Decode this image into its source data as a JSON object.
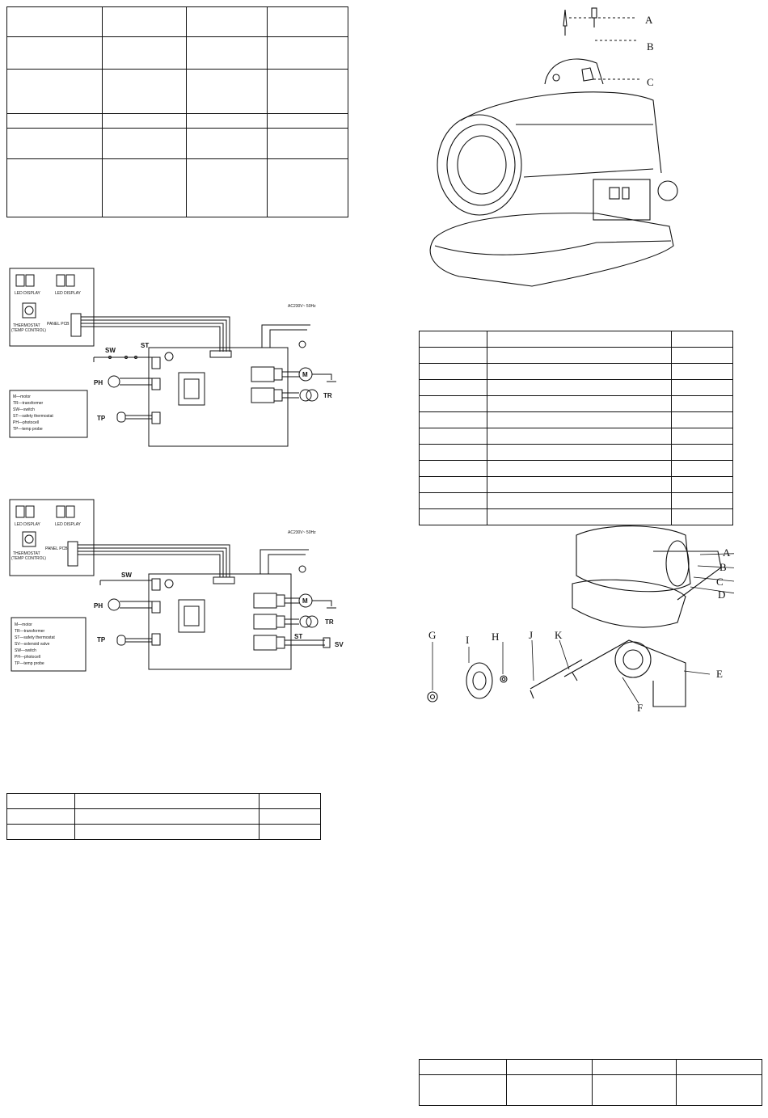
{
  "wiring_diagram_1": {
    "led_display_left": "LED DISPLAY",
    "led_display_right": "LED DISPLAY",
    "thermostat": "THERMOSTAT",
    "thermostat_sub": "(TEMP CONTROL)",
    "panel_pcb": "PANEL PCB",
    "power": "AC230V~ 50Hz",
    "sw": "SW",
    "st": "ST",
    "ph": "PH",
    "tp": "TP",
    "m": "M",
    "tr": "TR",
    "legend": [
      "M—motor",
      "TR—transformer",
      "SW—switch",
      "ST—safety thermostat",
      "PH—photocell",
      "TP—temp probe"
    ]
  },
  "wiring_diagram_2": {
    "led_display_left": "LED DISPLAY",
    "led_display_right": "LED DISPLAY",
    "thermostat": "THERMOSTAT",
    "thermostat_sub": "(TEMP CONTROL)",
    "panel_pcb": "PANEL PCB",
    "power": "AC230V~ 50Hz",
    "sw": "SW",
    "st": "ST",
    "ph": "PH",
    "tp": "TP",
    "m": "M",
    "tr": "TR",
    "sv": "SV",
    "legend": [
      "M—motor",
      "TR—transformer",
      "ST—safety thermostat",
      "SV—solenoid valve",
      "SW—switch",
      "PH—photocell",
      "TP—temp probe"
    ]
  },
  "heater_figure_labels": [
    "A",
    "B",
    "C"
  ],
  "cart_figure_labels": [
    "A",
    "B",
    "C",
    "D",
    "E",
    "F",
    "G",
    "H",
    "I",
    "J",
    "K"
  ]
}
